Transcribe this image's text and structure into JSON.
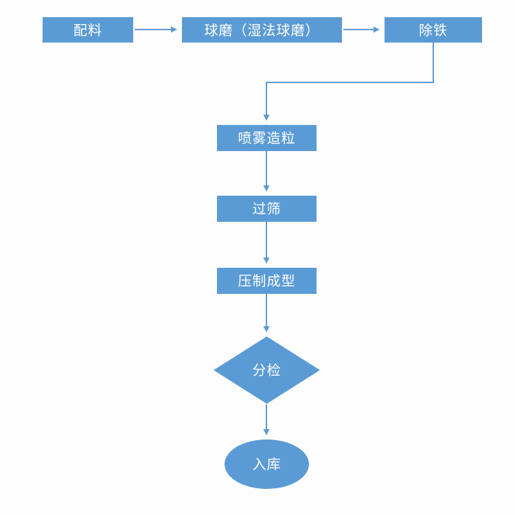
{
  "flowchart": {
    "nodes": {
      "batching": {
        "label": "配料",
        "shape": "rectangle"
      },
      "ball_milling": {
        "label": "球磨（湿法球磨）",
        "shape": "rectangle"
      },
      "iron_removal": {
        "label": "除铁",
        "shape": "rectangle"
      },
      "spray_granulation": {
        "label": "喷雾造粒",
        "shape": "rectangle"
      },
      "sieving": {
        "label": "过筛",
        "shape": "rectangle"
      },
      "press_forming": {
        "label": "压制成型",
        "shape": "rectangle"
      },
      "sorting": {
        "label": "分检",
        "shape": "diamond"
      },
      "warehousing": {
        "label": "入库",
        "shape": "ellipse"
      }
    },
    "edges": [
      {
        "from": "batching",
        "to": "ball_milling"
      },
      {
        "from": "ball_milling",
        "to": "iron_removal"
      },
      {
        "from": "iron_removal",
        "to": "spray_granulation"
      },
      {
        "from": "spray_granulation",
        "to": "sieving"
      },
      {
        "from": "sieving",
        "to": "press_forming"
      },
      {
        "from": "press_forming",
        "to": "sorting"
      },
      {
        "from": "sorting",
        "to": "warehousing"
      }
    ],
    "colors": {
      "node_fill": "#5b9bd5",
      "node_text": "#ffffff",
      "connector": "#5b9bd5",
      "background": "#fdfdfd"
    }
  }
}
